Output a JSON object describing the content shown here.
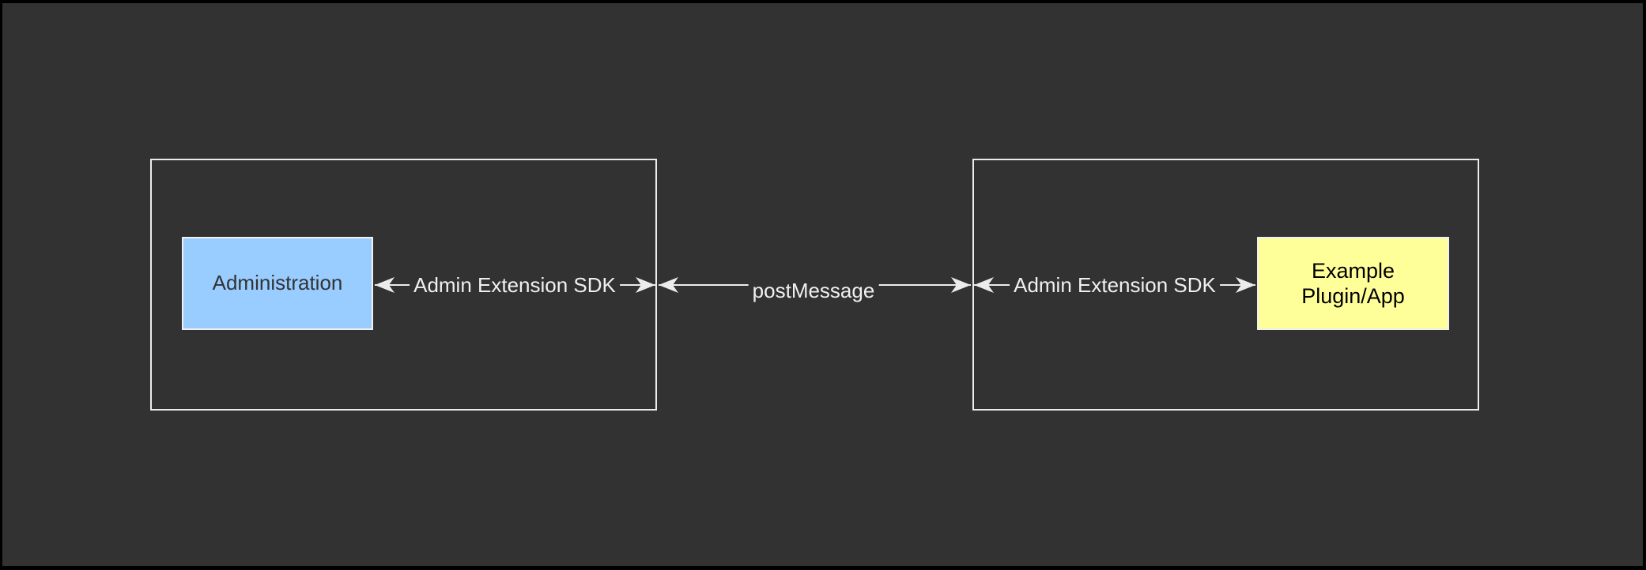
{
  "diagram": {
    "nodes": {
      "administration": {
        "label": "Administration"
      },
      "example_plugin": {
        "label": "Example Plugin/App"
      }
    },
    "edges": {
      "admin_sdk_left": {
        "label": "Admin Extension SDK"
      },
      "post_message": {
        "label": "postMessage"
      },
      "admin_sdk_right": {
        "label": "Admin Extension SDK"
      }
    },
    "colors": {
      "frame_border": "#000000",
      "canvas_background": "#323232",
      "container_stroke": "#ececec",
      "edge_stroke": "#ececec",
      "edge_label_text": "#f0f0f0",
      "administration_fill": "#99ccff",
      "administration_text": "#333333",
      "example_plugin_fill": "#ffff99",
      "example_plugin_text": "#000000"
    }
  }
}
